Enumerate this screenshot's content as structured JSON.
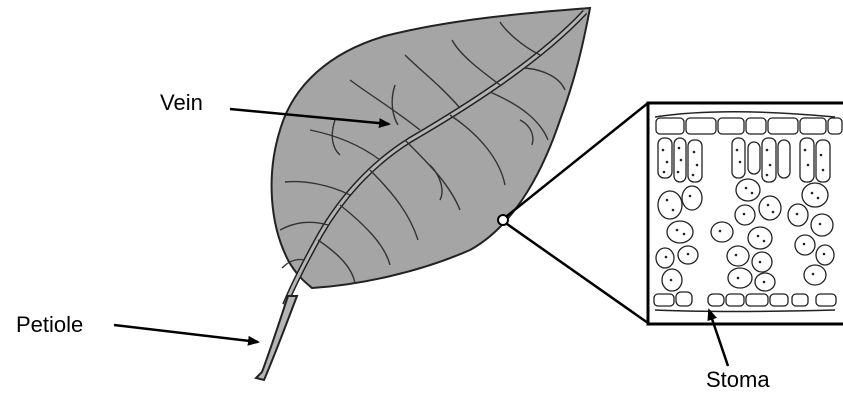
{
  "labels": {
    "vein": "Vein",
    "petiole": "Petiole",
    "stoma": "Stoma"
  },
  "colors": {
    "leaf_fill": "#a5a5a5",
    "outline": "#111111",
    "background": "#ffffff"
  }
}
